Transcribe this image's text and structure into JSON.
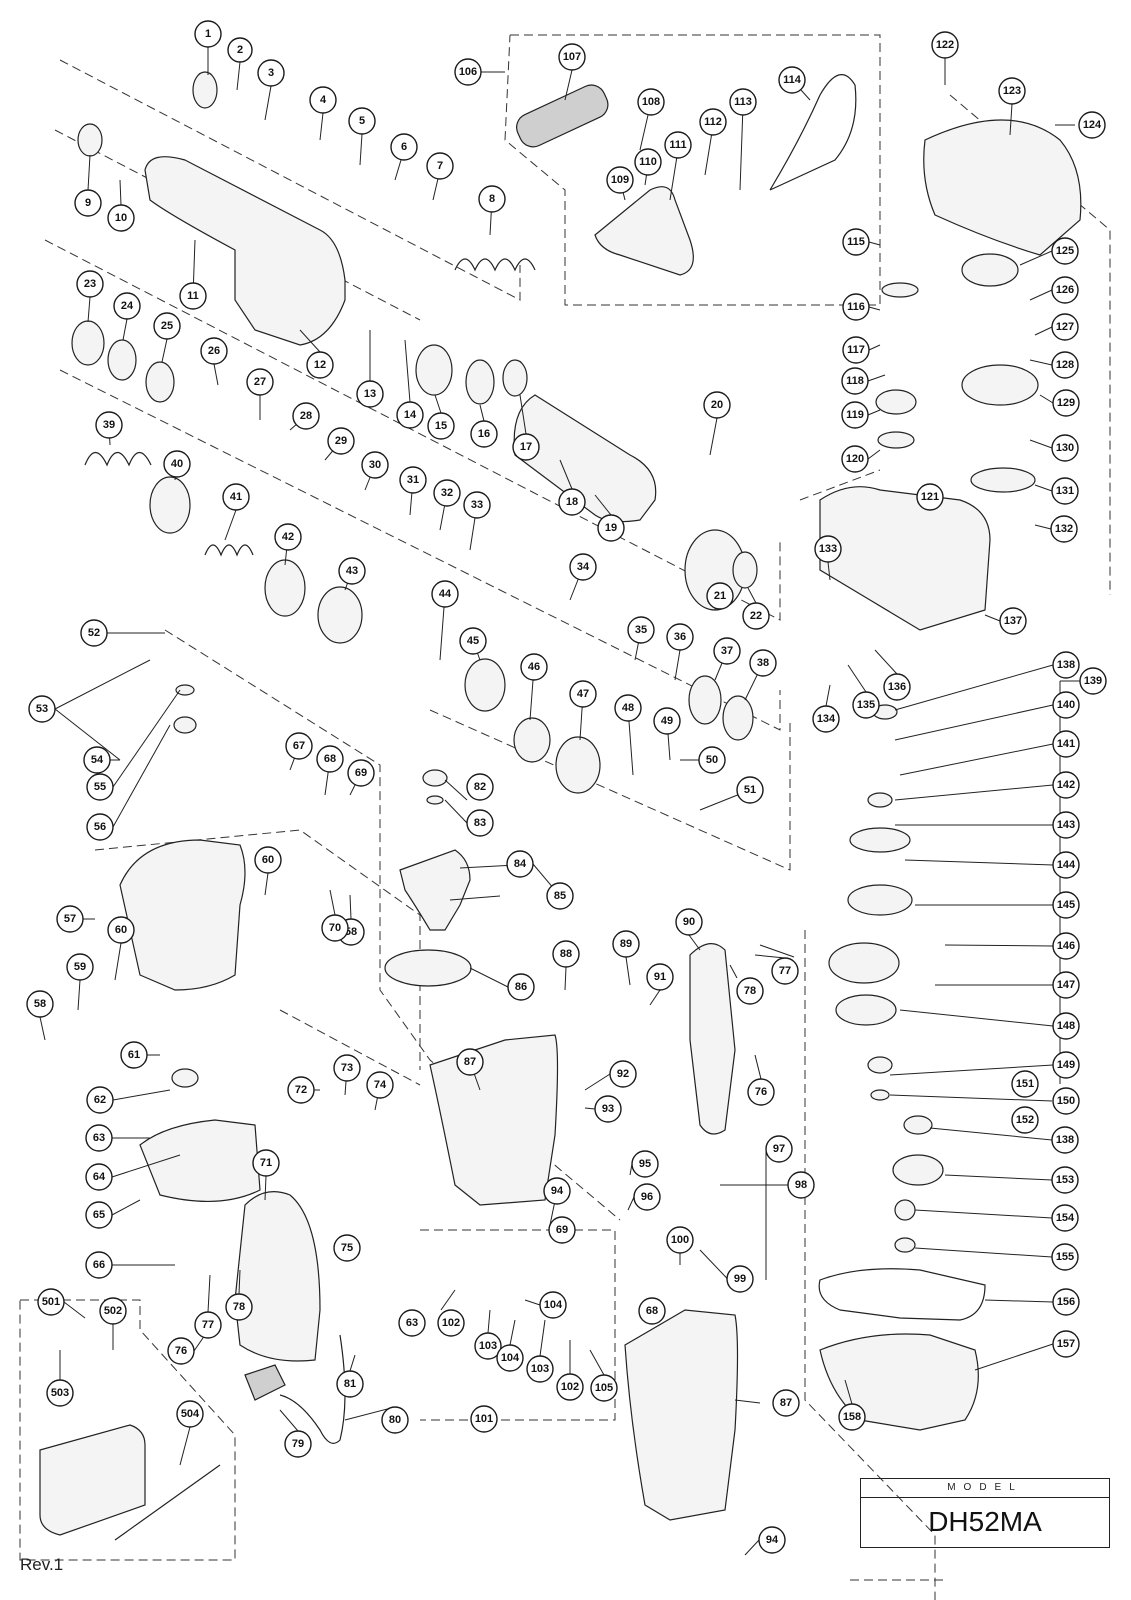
{
  "model": {
    "label": "MODEL",
    "number": "DH52MA"
  },
  "revision": "Rev.1",
  "callout_labels": [
    "1",
    "2",
    "3",
    "4",
    "5",
    "6",
    "7",
    "8",
    "9",
    "10",
    "11",
    "12",
    "13",
    "14",
    "15",
    "16",
    "17",
    "18",
    "19",
    "20",
    "21",
    "22",
    "23",
    "24",
    "25",
    "26",
    "27",
    "28",
    "29",
    "30",
    "31",
    "32",
    "33",
    "34",
    "35",
    "36",
    "37",
    "38",
    "39",
    "40",
    "41",
    "42",
    "43",
    "44",
    "45",
    "46",
    "47",
    "48",
    "49",
    "50",
    "51",
    "52",
    "53",
    "54",
    "55",
    "56",
    "57",
    "58",
    "58",
    "59",
    "60",
    "60",
    "61",
    "62",
    "63",
    "63",
    "64",
    "65",
    "66",
    "67",
    "68",
    "68",
    "69",
    "69",
    "70",
    "71",
    "72",
    "73",
    "74",
    "75",
    "76",
    "76",
    "77",
    "77",
    "78",
    "78",
    "79",
    "80",
    "81",
    "82",
    "83",
    "84",
    "85",
    "86",
    "87",
    "87",
    "88",
    "89",
    "90",
    "91",
    "92",
    "93",
    "94",
    "94",
    "95",
    "96",
    "97",
    "98",
    "99",
    "100",
    "101",
    "102",
    "102",
    "103",
    "103",
    "104",
    "104",
    "105",
    "106",
    "107",
    "108",
    "109",
    "110",
    "111",
    "112",
    "113",
    "114",
    "115",
    "116",
    "117",
    "118",
    "119",
    "120",
    "121",
    "122",
    "123",
    "124",
    "125",
    "126",
    "127",
    "128",
    "129",
    "130",
    "131",
    "132",
    "133",
    "134",
    "135",
    "136",
    "137",
    "138",
    "138",
    "139",
    "140",
    "141",
    "142",
    "143",
    "144",
    "145",
    "146",
    "147",
    "148",
    "149",
    "150",
    "151",
    "152",
    "153",
    "154",
    "155",
    "156",
    "157",
    "158",
    "501",
    "502",
    "503",
    "504"
  ]
}
